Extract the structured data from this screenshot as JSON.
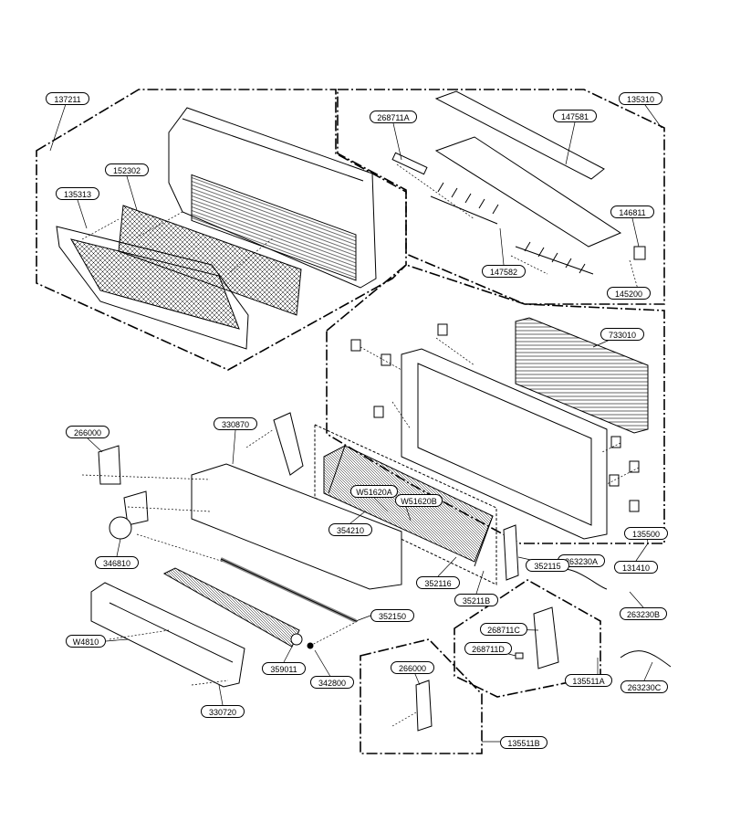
{
  "diagram": {
    "colors": {
      "line": "#000000",
      "fill": "#ffffff",
      "shade": "#9a9a9a"
    },
    "part_numbers": [
      {
        "id": "137211",
        "text": "137211"
      },
      {
        "id": "135310",
        "text": "135310"
      },
      {
        "id": "152302",
        "text": "152302"
      },
      {
        "id": "135313",
        "text": "135313"
      },
      {
        "id": "268711A",
        "text": "268711A"
      },
      {
        "id": "147581",
        "text": "147581"
      },
      {
        "id": "146811",
        "text": "146811"
      },
      {
        "id": "147582",
        "text": "147582"
      },
      {
        "id": "145200",
        "text": "145200"
      },
      {
        "id": "733010",
        "text": "733010"
      },
      {
        "id": "266000-top",
        "text": "266000"
      },
      {
        "id": "330870",
        "text": "330870"
      },
      {
        "id": "W51620A",
        "text": "W51620A"
      },
      {
        "id": "W51620B",
        "text": "W51620B"
      },
      {
        "id": "354210",
        "text": "354210"
      },
      {
        "id": "346810",
        "text": "346810"
      },
      {
        "id": "135500",
        "text": "135500"
      },
      {
        "id": "263230A",
        "text": "263230A"
      },
      {
        "id": "352115",
        "text": "352115"
      },
      {
        "id": "131410",
        "text": "131410"
      },
      {
        "id": "352116",
        "text": "352116"
      },
      {
        "id": "35211B",
        "text": "35211B"
      },
      {
        "id": "263230B",
        "text": "263230B"
      },
      {
        "id": "352150",
        "text": "352150"
      },
      {
        "id": "268711C",
        "text": "268711C"
      },
      {
        "id": "268711D",
        "text": "268711D"
      },
      {
        "id": "W4810",
        "text": "W4810"
      },
      {
        "id": "359011",
        "text": "359011"
      },
      {
        "id": "342800",
        "text": "342800"
      },
      {
        "id": "266000-bottom",
        "text": "266000"
      },
      {
        "id": "135511A",
        "text": "135511A"
      },
      {
        "id": "263230C",
        "text": "263230C"
      },
      {
        "id": "330720",
        "text": "330720"
      },
      {
        "id": "135511B",
        "text": "135511B"
      }
    ]
  }
}
